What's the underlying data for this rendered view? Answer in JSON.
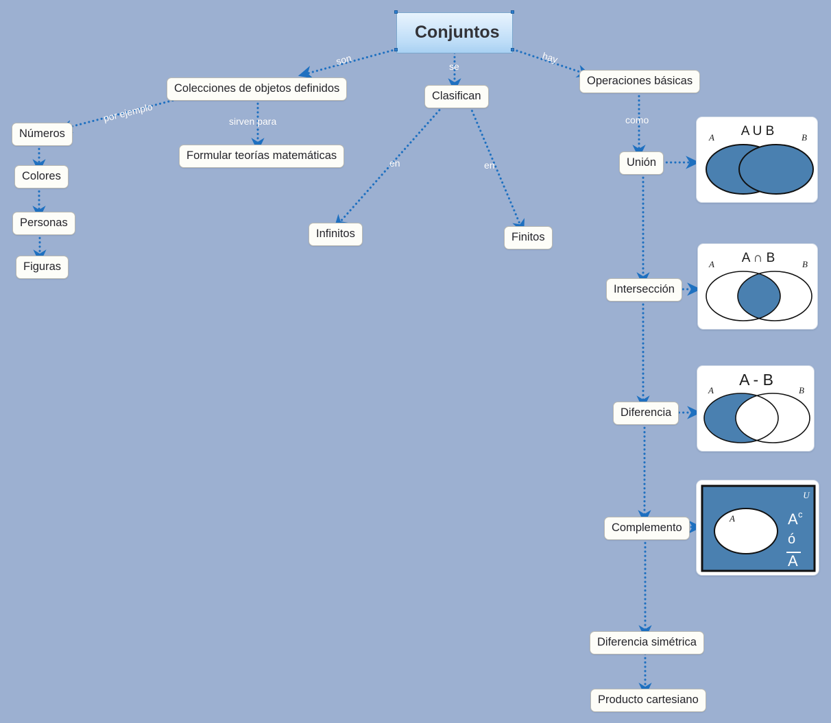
{
  "document": {
    "type": "concept-map",
    "language": "es",
    "background_color": "#9cb0d1",
    "accent_color": "#1e70c0",
    "venn_fill_color": "#4a80b0"
  },
  "title": {
    "label": "Conjuntos"
  },
  "nodes": {
    "colecciones": "Colecciones de objetos definidos",
    "clasifican": "Clasifican",
    "operaciones": "Operaciones básicas",
    "numeros": "Números",
    "colores": "Colores",
    "personas": "Personas",
    "figuras": "Figuras",
    "formular": "Formular teorías matemáticas",
    "infinitos": "Infinitos",
    "finitos": "Finitos",
    "union": "Unión",
    "interseccion": "Intersección",
    "diferencia": "Diferencia",
    "complemento": "Complemento",
    "diferencia_simetrica": "Diferencia simétrica",
    "producto_cartesiano": "Producto cartesiano"
  },
  "edge_labels": {
    "son": "son",
    "se": "se",
    "hay": "hay",
    "por_ejemplo": "por ejemplo",
    "sirven_para": "sirven para",
    "en_izq": "en",
    "en_der": "en",
    "como": "como"
  },
  "diagrams": {
    "union": {
      "title": "A U B",
      "label_a": "A",
      "label_b": "B"
    },
    "interseccion": {
      "title": "A ∩ B",
      "label_a": "A",
      "label_b": "B"
    },
    "diferencia": {
      "title": "A - B",
      "label_a": "A",
      "label_b": "B"
    },
    "complemento": {
      "label_u": "U",
      "label_a": "A",
      "notation_1": "A",
      "notation_1_sup": "c",
      "notation_2": "ó",
      "notation_3": "A"
    }
  }
}
